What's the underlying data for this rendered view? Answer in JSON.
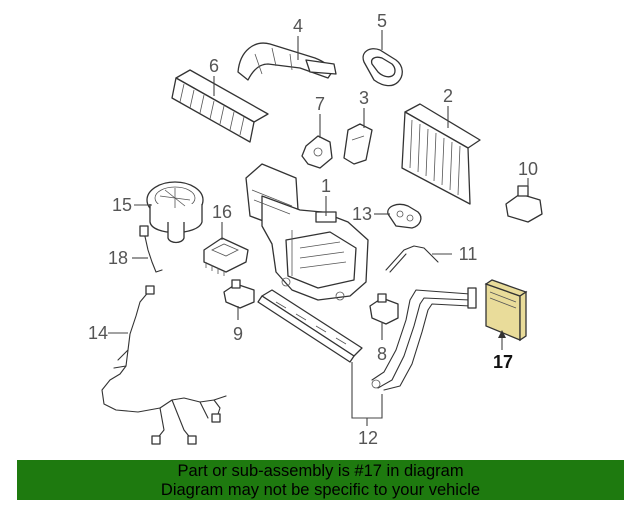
{
  "callouts": {
    "c1": "1",
    "c2": "2",
    "c3": "3",
    "c4": "4",
    "c5": "5",
    "c6": "6",
    "c7": "7",
    "c8": "8",
    "c9": "9",
    "c10": "10",
    "c11": "11",
    "c12": "12",
    "c13": "13",
    "c14": "14",
    "c15": "15",
    "c16": "16",
    "c17": "17",
    "c18": "18"
  },
  "highlight_color": "#e9dc9a",
  "banner": {
    "line1": "Part or sub-assembly is #17 in diagram",
    "line2": "Diagram may not be specific to your vehicle",
    "background": "#1e7a0f"
  }
}
